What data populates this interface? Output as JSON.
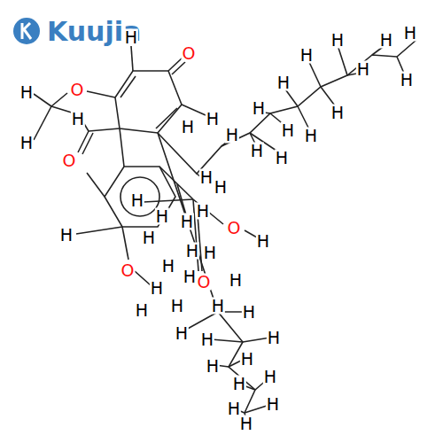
{
  "diagram": {
    "labels": [
      "Kuujia",
      "H",
      "O",
      "H",
      "H",
      "H",
      "H",
      "H",
      "O",
      "H",
      "H",
      "H",
      "H",
      "H",
      "H",
      "H",
      "H",
      "H",
      "O",
      "H",
      "H",
      "H",
      "H",
      "H",
      "H",
      "H",
      "H",
      "H",
      "H",
      "H",
      "H",
      "H",
      "H",
      "O",
      "H",
      "H",
      "H",
      "H",
      "O",
      "H",
      "O",
      "H",
      "H",
      "H",
      "H",
      "H",
      "H",
      "H",
      "H",
      "H",
      "H",
      "H",
      "H",
      "H",
      "H",
      "H"
    ]
  }
}
